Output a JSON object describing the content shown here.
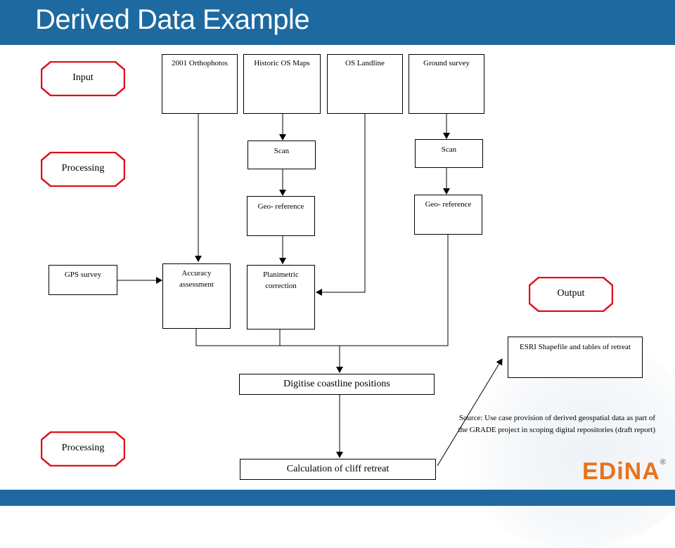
{
  "slide": {
    "title": "Derived Data Example"
  },
  "labels": {
    "input": "Input",
    "processing_top": "Processing",
    "output": "Output",
    "processing_bottom": "Processing"
  },
  "boxes": {
    "orthophotos": "2001 Orthophotos",
    "historic_os_maps": "Historic OS Maps",
    "os_landline": "OS Landline",
    "ground_survey": "Ground survey",
    "scan_1": "Scan",
    "scan_2": "Scan",
    "georeference_1": "Geo- reference",
    "georeference_2": "Geo- reference",
    "gps_survey": "GPS survey",
    "accuracy_assessment": "Accuracy assessment",
    "planimetric_correction": "Planimetric correction",
    "esri_shapefile": "ESRI Shapefile and tables of retreat",
    "digitise": "Digitise coastline positions",
    "calculation": "Calculation of cliff retreat"
  },
  "source_note": "Source: Use case provision of derived geospatial data as part of the GRADE project in scoping digital repositories (draft report)",
  "logo": {
    "text": "EDiNA",
    "mark": "®"
  },
  "colors": {
    "header": "#1e6aa0",
    "label_border": "#e0101a",
    "logo": "#e8731c"
  }
}
